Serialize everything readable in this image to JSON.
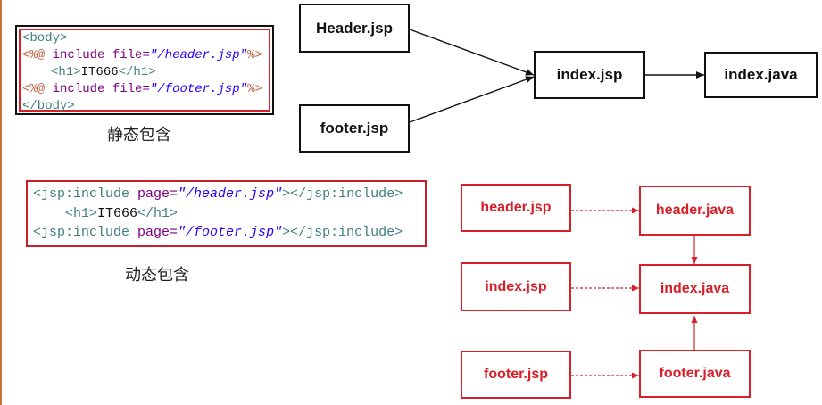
{
  "static_code": {
    "line1": {
      "tag": "<body>"
    },
    "line2": {
      "open": "<%@",
      "directive": " include ",
      "attr": "file=",
      "value": "\"/header.jsp\"",
      "close": "%>"
    },
    "line3": {
      "open_tag": "<h1>",
      "text": "IT666",
      "close_tag": "</h1>"
    },
    "line4": {
      "open": "<%@",
      "directive": " include ",
      "attr": "file=",
      "value": "\"/footer.jsp\"",
      "close": "%>"
    },
    "line5": {
      "tag": "</body>"
    }
  },
  "static_caption": "静态包含",
  "dynamic_code": {
    "line1": {
      "open": "<jsp:include ",
      "attr": "page=",
      "value": "\"/header.jsp\"",
      "close": "></jsp:include>"
    },
    "line2": {
      "open_tag": "<h1>",
      "text": "IT666",
      "close_tag": "</h1>"
    },
    "line3": {
      "open": "<jsp:include ",
      "attr": "page=",
      "value": "\"/footer.jsp\"",
      "close": "></jsp:include>"
    }
  },
  "dynamic_caption": "动态包含",
  "static_diagram": {
    "header": "Header.jsp",
    "footer": "footer.jsp",
    "index": "index.jsp",
    "java": "index.java"
  },
  "dynamic_diagram": {
    "header_jsp": "header.jsp",
    "index_jsp": "index.jsp",
    "footer_jsp": "footer.jsp",
    "header_java": "header.java",
    "index_java": "index.java",
    "footer_java": "footer.java"
  },
  "colors": {
    "red": "#d8202a",
    "black": "#111111"
  }
}
